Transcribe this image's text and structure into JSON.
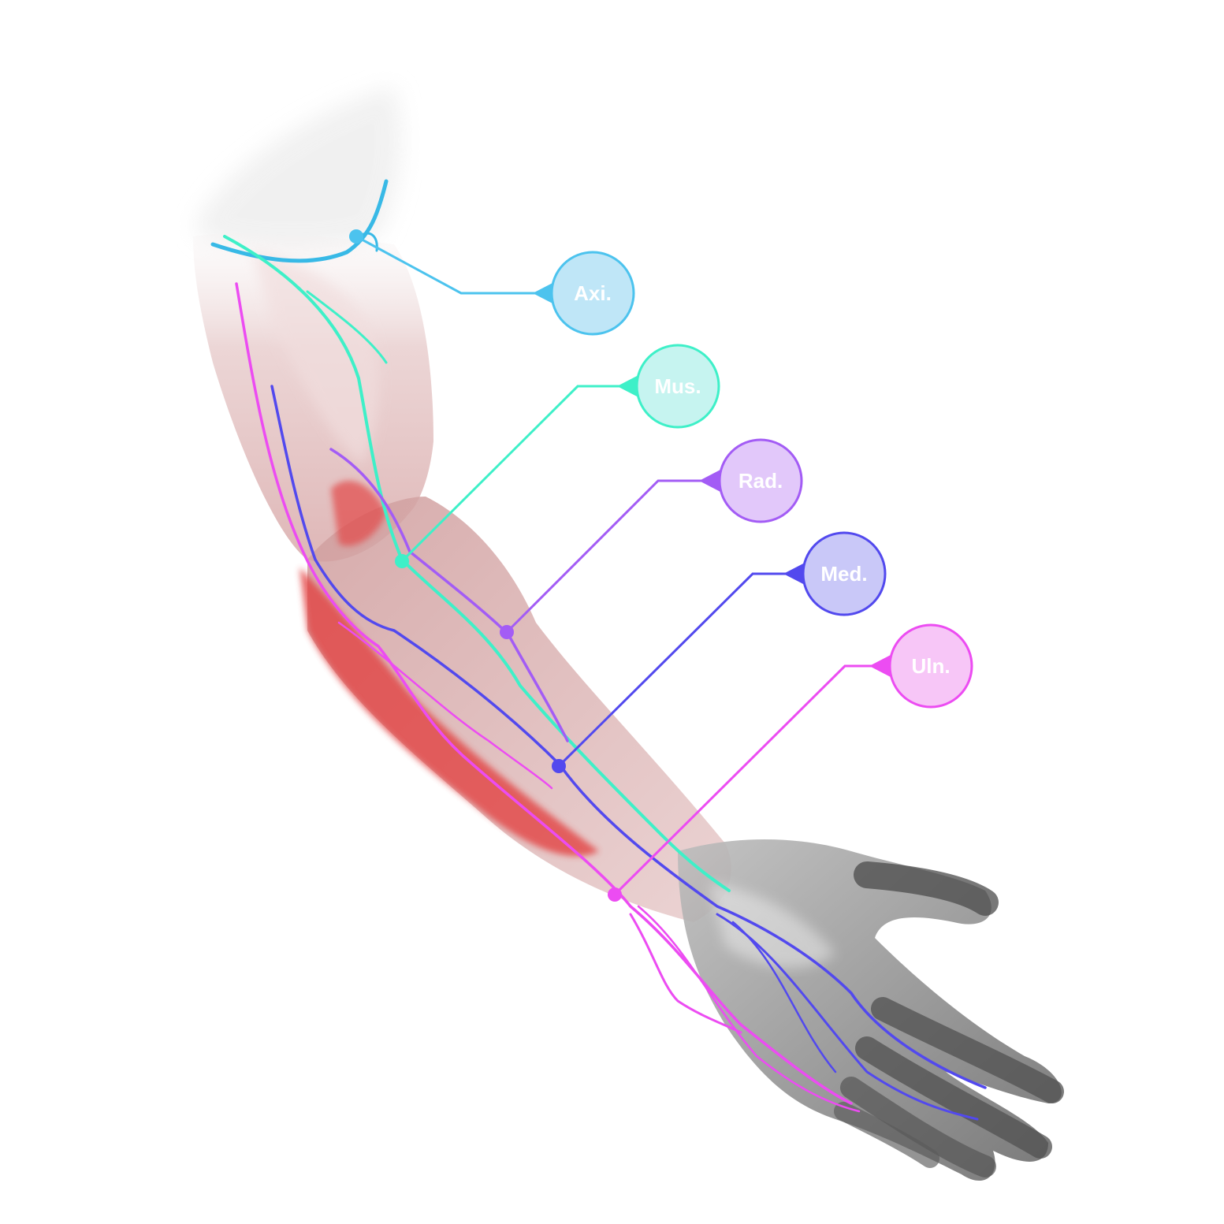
{
  "diagram": {
    "subject": "arm nerve anatomy",
    "labels": [
      {
        "id": "axi",
        "text": "Axi.",
        "color": "#4cc3ee",
        "fill": "#bfe6f7"
      },
      {
        "id": "mus",
        "text": "Mus.",
        "color": "#3ef0c8",
        "fill": "#c6f4f0"
      },
      {
        "id": "rad",
        "text": "Rad.",
        "color": "#a35cf5",
        "fill": "#e2c8fa"
      },
      {
        "id": "med",
        "text": "Med.",
        "color": "#5249ee",
        "fill": "#c9c8f8"
      },
      {
        "id": "uln",
        "text": "Uln.",
        "color": "#ec4cf2",
        "fill": "#f7c6f7"
      }
    ]
  }
}
